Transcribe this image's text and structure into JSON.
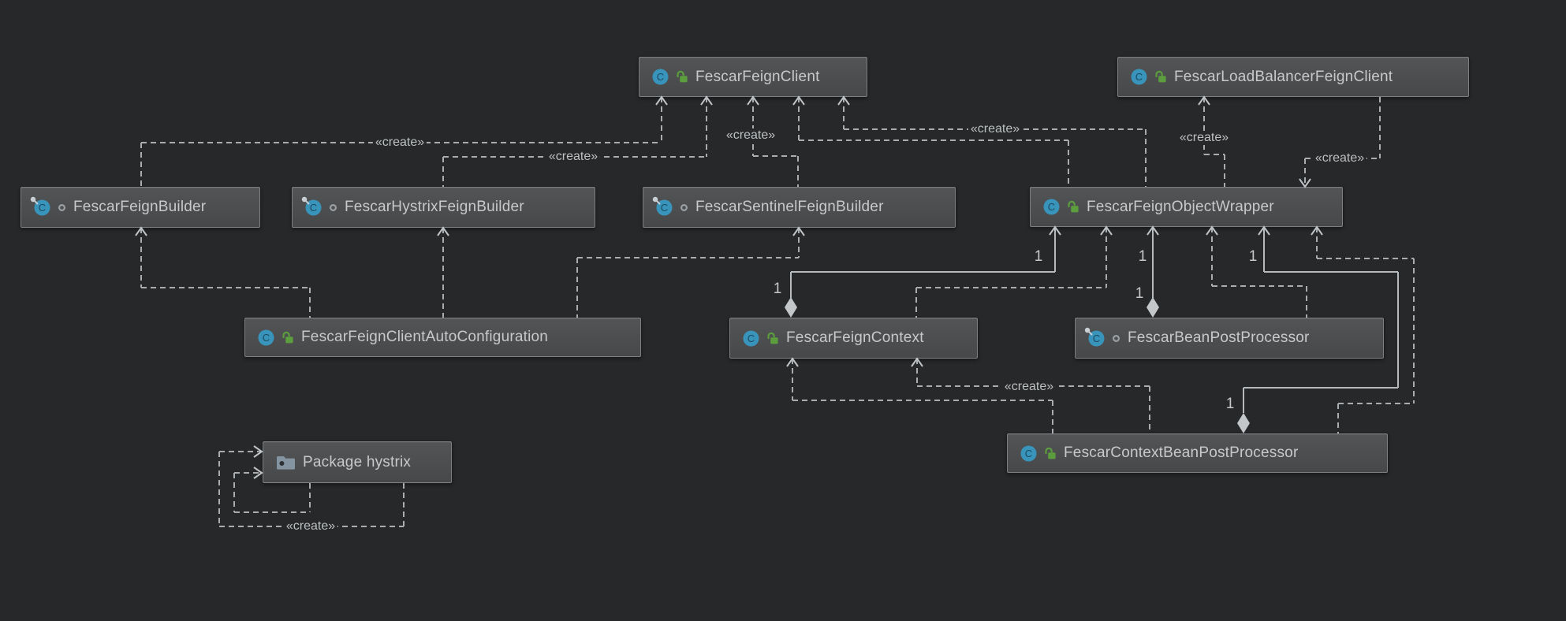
{
  "diagram": {
    "background": "#272829",
    "colors": {
      "node_fill": "#4b4d4f",
      "node_border": "#7d8082",
      "line": "#a9adaf",
      "class_icon": "#3994bc",
      "public_lock": "#5c9e3e",
      "folder_icon": "#8495a1",
      "text": "#c7c9cb"
    },
    "nodes": [
      {
        "id": "feign-client",
        "label": "FescarFeignClient",
        "kind": "class",
        "visibility": "public",
        "pinned": false
      },
      {
        "id": "load-balancer-feign-client",
        "label": "FescarLoadBalancerFeignClient",
        "kind": "class",
        "visibility": "public",
        "pinned": false
      },
      {
        "id": "feign-builder",
        "label": "FescarFeignBuilder",
        "kind": "class",
        "visibility": "package",
        "pinned": true
      },
      {
        "id": "hystrix-feign-builder",
        "label": "FescarHystrixFeignBuilder",
        "kind": "class",
        "visibility": "package",
        "pinned": true
      },
      {
        "id": "sentinel-feign-builder",
        "label": "FescarSentinelFeignBuilder",
        "kind": "class",
        "visibility": "package",
        "pinned": true
      },
      {
        "id": "feign-object-wrapper",
        "label": "FescarFeignObjectWrapper",
        "kind": "class",
        "visibility": "public",
        "pinned": false
      },
      {
        "id": "auto-configuration",
        "label": "FescarFeignClientAutoConfiguration",
        "kind": "class",
        "visibility": "public",
        "pinned": false
      },
      {
        "id": "feign-context",
        "label": "FescarFeignContext",
        "kind": "class",
        "visibility": "public",
        "pinned": false
      },
      {
        "id": "bean-post-processor",
        "label": "FescarBeanPostProcessor",
        "kind": "class",
        "visibility": "package",
        "pinned": true
      },
      {
        "id": "context-bean-post-processor",
        "label": "FescarContextBeanPostProcessor",
        "kind": "class",
        "visibility": "public",
        "pinned": false
      },
      {
        "id": "package-hystrix",
        "label": "Package hystrix",
        "kind": "package"
      }
    ],
    "edges": [
      {
        "id": "e1",
        "from": "feign-builder",
        "to": "feign-client",
        "style": "dashed",
        "stereotype": "«create»"
      },
      {
        "id": "e2",
        "from": "hystrix-feign-builder",
        "to": "feign-client",
        "style": "dashed",
        "stereotype": "«create»"
      },
      {
        "id": "e3",
        "from": "sentinel-feign-builder",
        "to": "feign-client",
        "style": "dashed",
        "stereotype": "«create»"
      },
      {
        "id": "e4",
        "from": "feign-object-wrapper",
        "to": "feign-client",
        "style": "dashed"
      },
      {
        "id": "e5",
        "from": "feign-object-wrapper",
        "to": "feign-client",
        "style": "dashed",
        "stereotype": "«create»"
      },
      {
        "id": "e6",
        "from": "feign-object-wrapper",
        "to": "load-balancer-feign-client",
        "style": "dashed",
        "stereotype": "«create»"
      },
      {
        "id": "e7",
        "from": "load-balancer-feign-client",
        "to": "feign-object-wrapper",
        "style": "dashed",
        "stereotype": "«create»"
      },
      {
        "id": "e8",
        "from": "auto-configuration",
        "to": "feign-builder",
        "style": "dashed"
      },
      {
        "id": "e9",
        "from": "auto-configuration",
        "to": "hystrix-feign-builder",
        "style": "dashed"
      },
      {
        "id": "e10",
        "from": "auto-configuration",
        "to": "sentinel-feign-builder",
        "style": "dashed"
      },
      {
        "id": "e11",
        "from": "feign-context",
        "to": "feign-object-wrapper",
        "style": "dashed"
      },
      {
        "id": "e12",
        "from": "bean-post-processor",
        "to": "feign-object-wrapper",
        "style": "dashed"
      },
      {
        "id": "e13",
        "from": "context-bean-post-processor",
        "to": "feign-object-wrapper",
        "style": "dashed"
      },
      {
        "id": "e14",
        "from": "context-bean-post-processor",
        "to": "feign-context",
        "style": "dashed"
      },
      {
        "id": "e15",
        "from": "context-bean-post-processor",
        "to": "feign-context",
        "style": "dashed",
        "stereotype": "«create»"
      },
      {
        "id": "p1",
        "from": "package-hystrix",
        "to": "package-hystrix",
        "style": "dashed",
        "stereotype": "«create»"
      },
      {
        "id": "p2",
        "from": "package-hystrix",
        "to": "package-hystrix",
        "style": "dashed"
      },
      {
        "id": "s1",
        "from": "feign-context",
        "to": "feign-object-wrapper",
        "style": "aggregation",
        "multiplicity_source": "1",
        "multiplicity_target": "1"
      },
      {
        "id": "s2",
        "from": "bean-post-processor",
        "to": "feign-object-wrapper",
        "style": "aggregation",
        "multiplicity_source": "1",
        "multiplicity_target": "1"
      },
      {
        "id": "s3",
        "from": "context-bean-post-processor",
        "to": "feign-object-wrapper",
        "style": "aggregation",
        "multiplicity_source": "1",
        "multiplicity_target": "1"
      }
    ]
  }
}
